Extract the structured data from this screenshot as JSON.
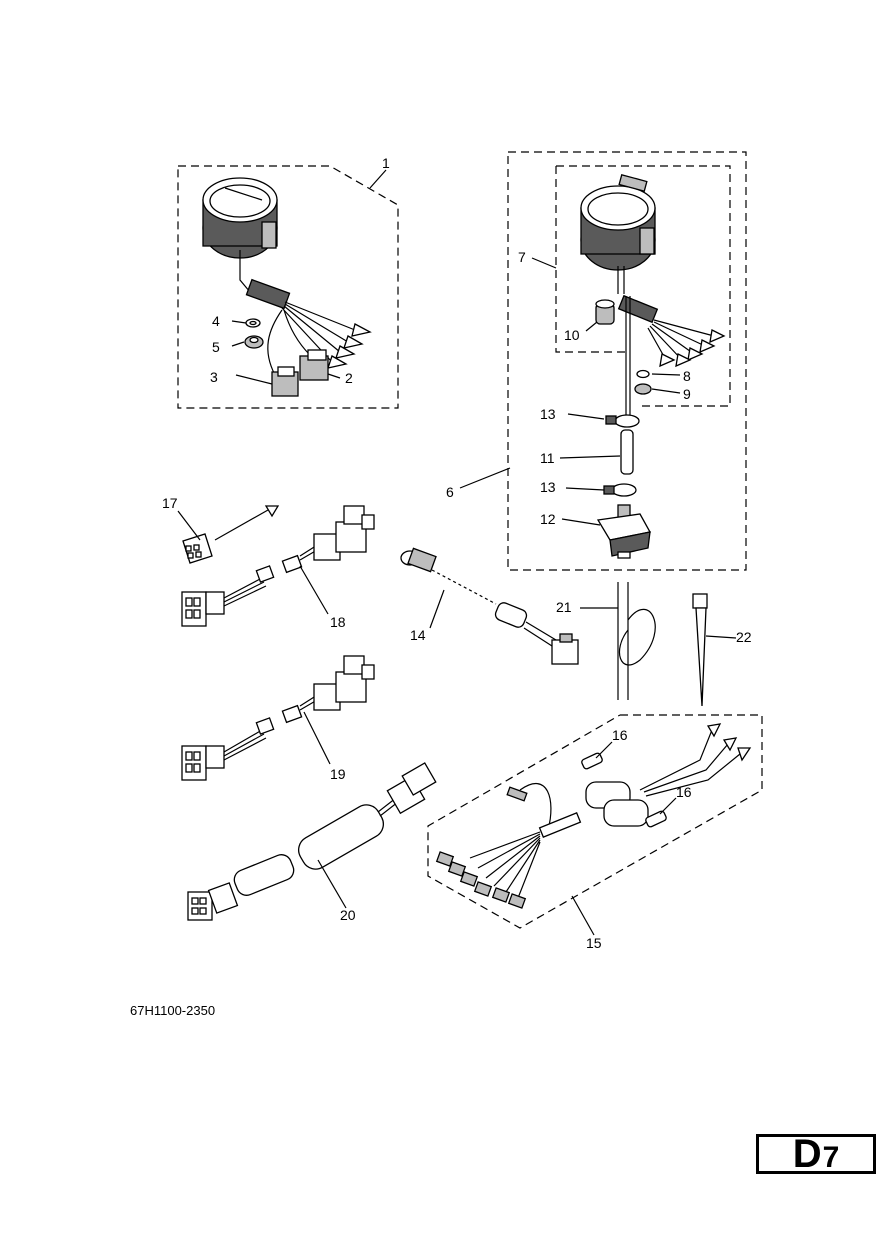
{
  "diagram": {
    "callouts": [
      "1",
      "2",
      "3",
      "4",
      "5",
      "6",
      "7",
      "8",
      "9",
      "10",
      "11",
      "13",
      "13",
      "12",
      "17",
      "18",
      "14",
      "21",
      "22",
      "16",
      "16",
      "19",
      "15",
      "20"
    ]
  },
  "footer": {
    "code": "67H1100-2350",
    "page_letter": "D",
    "page_number": "7"
  }
}
